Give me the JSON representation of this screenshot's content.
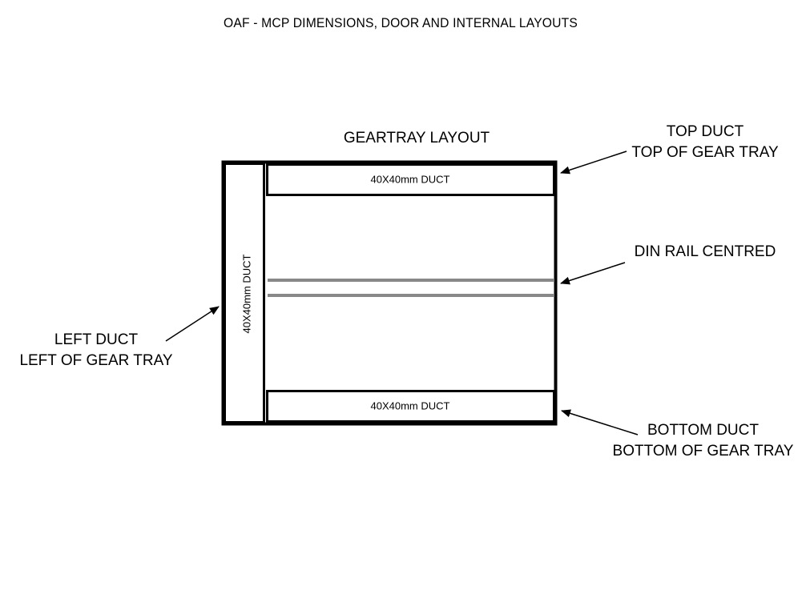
{
  "page": {
    "title": "OAF - MCP DIMENSIONS, DOOR AND INTERNAL LAYOUTS"
  },
  "diagram": {
    "layout_title": "GEARTRAY LAYOUT",
    "ducts": {
      "top": "40X40mm DUCT",
      "bottom": "40X40mm DUCT",
      "left": "40X40mm DUCT"
    },
    "callouts": {
      "top_duct": [
        "TOP DUCT",
        "TOP OF GEAR TRAY"
      ],
      "din_rail": [
        "DIN RAIL CENTRED"
      ],
      "left_duct": [
        "LEFT DUCT",
        "LEFT OF GEAR TRAY"
      ],
      "bottom_duct": [
        "BOTTOM DUCT",
        "BOTTOM OF GEAR TRAY"
      ]
    },
    "colors": {
      "outline": "#000000",
      "din_rail": "#888888",
      "background": "#ffffff"
    }
  }
}
